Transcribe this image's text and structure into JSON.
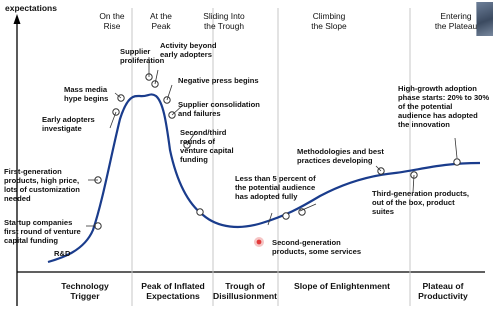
{
  "axis": {
    "ylabel": "expectations"
  },
  "top_phases": [
    {
      "label": "On the\nRise"
    },
    {
      "label": "At the\nPeak"
    },
    {
      "label": "Sliding Into\nthe Trough"
    },
    {
      "label": "Climbing\nthe Slope"
    },
    {
      "label": "Entering\nthe Plateau"
    }
  ],
  "bottom_phases": [
    {
      "label": "Technology\nTrigger"
    },
    {
      "label": "Peak of Inflated\nExpectations"
    },
    {
      "label": "Trough of\nDisillusionment"
    },
    {
      "label": "Slope of Enlightenment"
    },
    {
      "label": "Plateau of\nProductivity"
    }
  ],
  "annotations": [
    {
      "text": "R&D"
    },
    {
      "text": "Startup companies\nfirst round of venture\ncapital funding"
    },
    {
      "text": "First-generation\nproducts, high price,\nlots of customization\nneeded"
    },
    {
      "text": "Early adopters\ninvestigate"
    },
    {
      "text": "Mass media\nhype begins"
    },
    {
      "text": "Supplier\nproliferation"
    },
    {
      "text": "Activity beyond\nearly adopters"
    },
    {
      "text": "Negative press begins"
    },
    {
      "text": "Supplier consolidation\nand failures"
    },
    {
      "text": "Second/third\nrounds of\nventure capital\nfunding"
    },
    {
      "text": "Less than 5 percent of\nthe potential audience\nhas adopted fully"
    },
    {
      "text": "Second-generation\nproducts, some services"
    },
    {
      "text": "Methodologies and best\npractices developing"
    },
    {
      "text": "Third-generation products,\nout of the box, product\nsuites"
    },
    {
      "text": "High-growth adoption\nphase starts: 20% to 30%\nof the potential\naudience has adopted\nthe innovation"
    }
  ],
  "colors": {
    "curve": "#1a3c8c",
    "axis": "#000000",
    "divider": "#c7c7c7",
    "cursor": "#e23a3a"
  }
}
